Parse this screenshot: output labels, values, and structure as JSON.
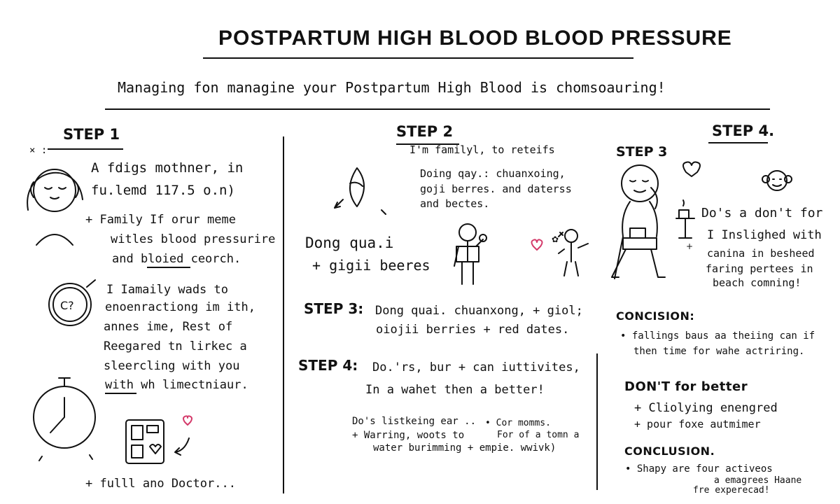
{
  "title": "POSTPARTUM HIGH BLOOD BLOOD PRESSURE",
  "subtitle": "Managing fon managine your Postpartum High Blood is chomsoauring!",
  "col1": {
    "step_label": "STEP 1",
    "marker": "× :",
    "intro": [
      "A fdigs mothner, in",
      "fu.lemd 117.5 o.n)"
    ],
    "family": [
      "+ Family If orur meme",
      "witles blood pressurire",
      "and bloied ceorch."
    ],
    "family_keyword": "bloied",
    "list": [
      "I Iamaily wads to",
      "enoenractiong im ith,",
      "annes ime, Rest of",
      "Reegared tn lirkec a",
      "sleercling with you",
      "with wh limectniaur."
    ],
    "footer": "+ fulll ano Doctor..."
  },
  "col2": {
    "step2_label": "STEP 2",
    "step2_sub": "I'm familyl, to reteifs",
    "step2_note": [
      "Doing qay.: chuanxoing,",
      "goji berres. and daterss",
      "and bectes."
    ],
    "dong": [
      "Dong qua.i",
      "+ gigii beeres"
    ],
    "step3_label": "STEP 3:",
    "step3_text": [
      "Dong quai. chuanxong, + giol;",
      "oiojii berries + red dates."
    ],
    "step4_label": "STEP 4:",
    "step4_text": [
      "Do.'rs, bur + can iuttivites,",
      "In a wahet then a better!"
    ],
    "notes_left": [
      "Do's listkeing ear ..",
      "+ Warring, woots to",
      "water burimming + empie. wwivk)"
    ],
    "notes_right": [
      "• Cor momms.",
      "For of a tomn a"
    ]
  },
  "col3": {
    "step4_label": "STEP 4.",
    "step3_label": "STEP 3",
    "dos": [
      "Do's a don't for",
      "I Inslighed with",
      "canina in besheed",
      "faring pertees in",
      "beach comning!"
    ],
    "concision_head": "CONCISION:",
    "concision_text": [
      "• fallings baus aa theiing can if",
      "then time for wahe actriring."
    ],
    "dont_head": "DON'T for better",
    "dont_items": [
      "+ Cliolying enengred",
      "+ pour foxe autmimer"
    ],
    "conclusion_head": "CONCLUSION.",
    "conclusion_text": [
      "• Shapy are four activeos",
      "a emagrees Haane",
      "fre experecad!"
    ]
  },
  "colors": {
    "ink": "#111111",
    "pink": "#d43a6a"
  }
}
